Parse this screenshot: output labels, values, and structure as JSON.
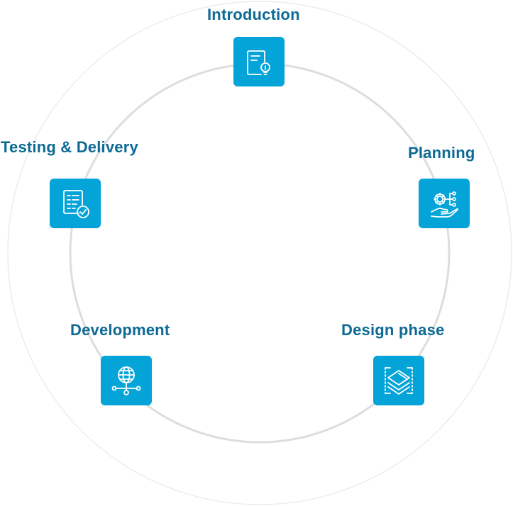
{
  "colors": {
    "accent": "#05a4d8",
    "label": "#0d6a94",
    "ring": "#e4e4e4"
  },
  "stages": [
    {
      "label": "Introduction",
      "icon": "document-lightbulb-icon"
    },
    {
      "label": "Planning",
      "icon": "gear-network-hand-icon"
    },
    {
      "label": "Design phase",
      "icon": "layered-diamond-icon"
    },
    {
      "label": "Development",
      "icon": "globe-network-icon"
    },
    {
      "label": "Testing & Delivery",
      "icon": "checklist-check-icon"
    }
  ]
}
